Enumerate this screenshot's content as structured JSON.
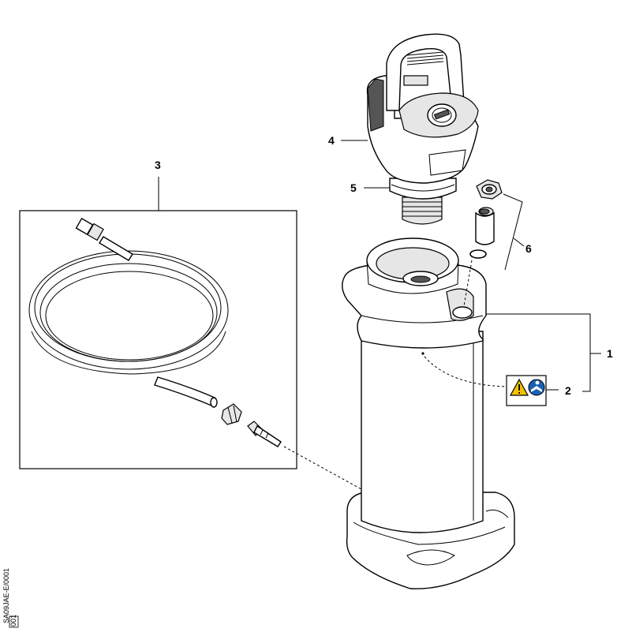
{
  "diagram": {
    "callouts": {
      "c1": "1",
      "c2": "2",
      "c3": "3",
      "c4": "4",
      "c5": "5",
      "c6": "6"
    },
    "side_code": "SA09JAE-E/0001",
    "side_code2": "001",
    "icons": {
      "warning": "warning-triangle-icon",
      "manual": "read-manual-icon"
    },
    "colors": {
      "warning_yellow": "#f2c200",
      "manual_blue": "#1b5fb5"
    }
  }
}
